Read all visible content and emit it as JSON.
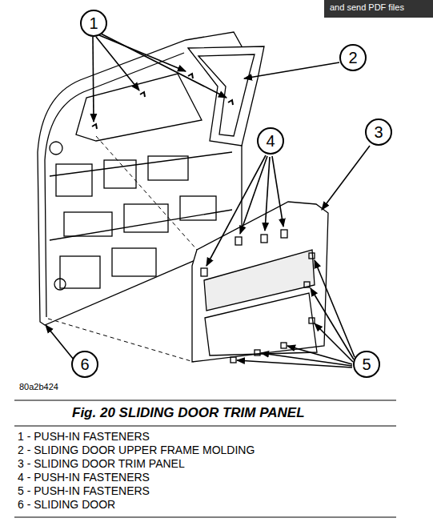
{
  "diagram": {
    "caption": "Fig. 20 SLIDING DOOR TRIM PANEL",
    "nodes": [
      {
        "text": [
          "1"
        ]
      },
      {
        "text": [
          "2"
        ]
      },
      {
        "text": [
          "3"
        ]
      },
      {
        "text": [
          "4"
        ]
      },
      {
        "text": [
          "5"
        ]
      },
      {
        "text": [
          "6"
        ]
      }
    ],
    "labels": [
      "and send PDF files",
      "80a2b424",
      "1 - PUSH-IN FASTENERS",
      "2 - SLIDING DOOR UPPER FRAME MOLDING",
      "3 - SLIDING DOOR TRIM PANEL",
      "4 - PUSH-IN FASTENERS",
      "5 - PUSH-IN FASTENERS",
      "6 - SLIDING DOOR"
    ]
  }
}
